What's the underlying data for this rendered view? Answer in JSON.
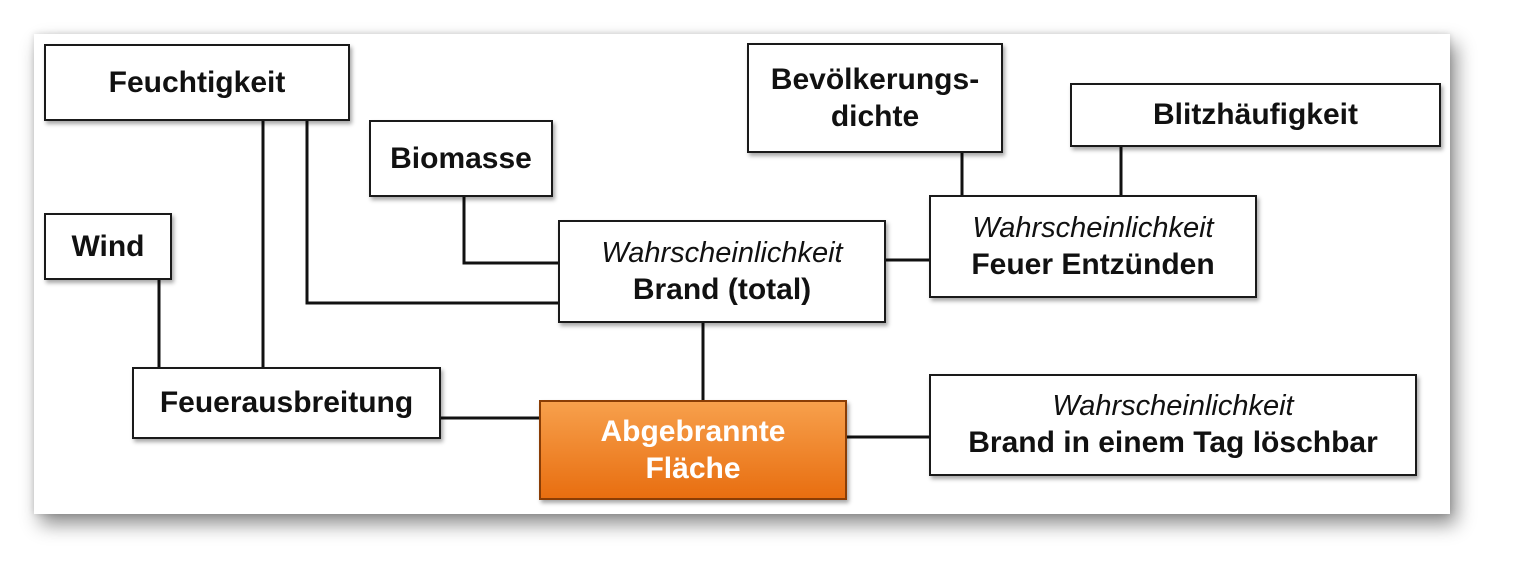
{
  "nodes": {
    "feuchtigkeit": "Feuchtigkeit",
    "biomasse": "Biomasse",
    "wind": "Wind",
    "bevoelkerungsdichte_line1": "Bevölkerungs-",
    "bevoelkerungsdichte_line2": "dichte",
    "blitzhaeufigkeit": "Blitzhäufigkeit",
    "brand_total_italic": "Wahrscheinlichkeit",
    "brand_total_bold": "Brand (total)",
    "feuer_entzuenden_italic": "Wahrscheinlichkeit",
    "feuer_entzuenden_bold": "Feuer Entzünden",
    "feuerausbreitung": "Feuerausbreitung",
    "abgebrannte_line1": "Abgebrannte",
    "abgebrannte_line2": "Fläche",
    "loeschbar_italic": "Wahrscheinlichkeit",
    "loeschbar_bold": "Brand in einem Tag löschbar"
  },
  "colors": {
    "highlight": "#e87a1e",
    "border": "#1a1a1a",
    "line": "#111111"
  }
}
